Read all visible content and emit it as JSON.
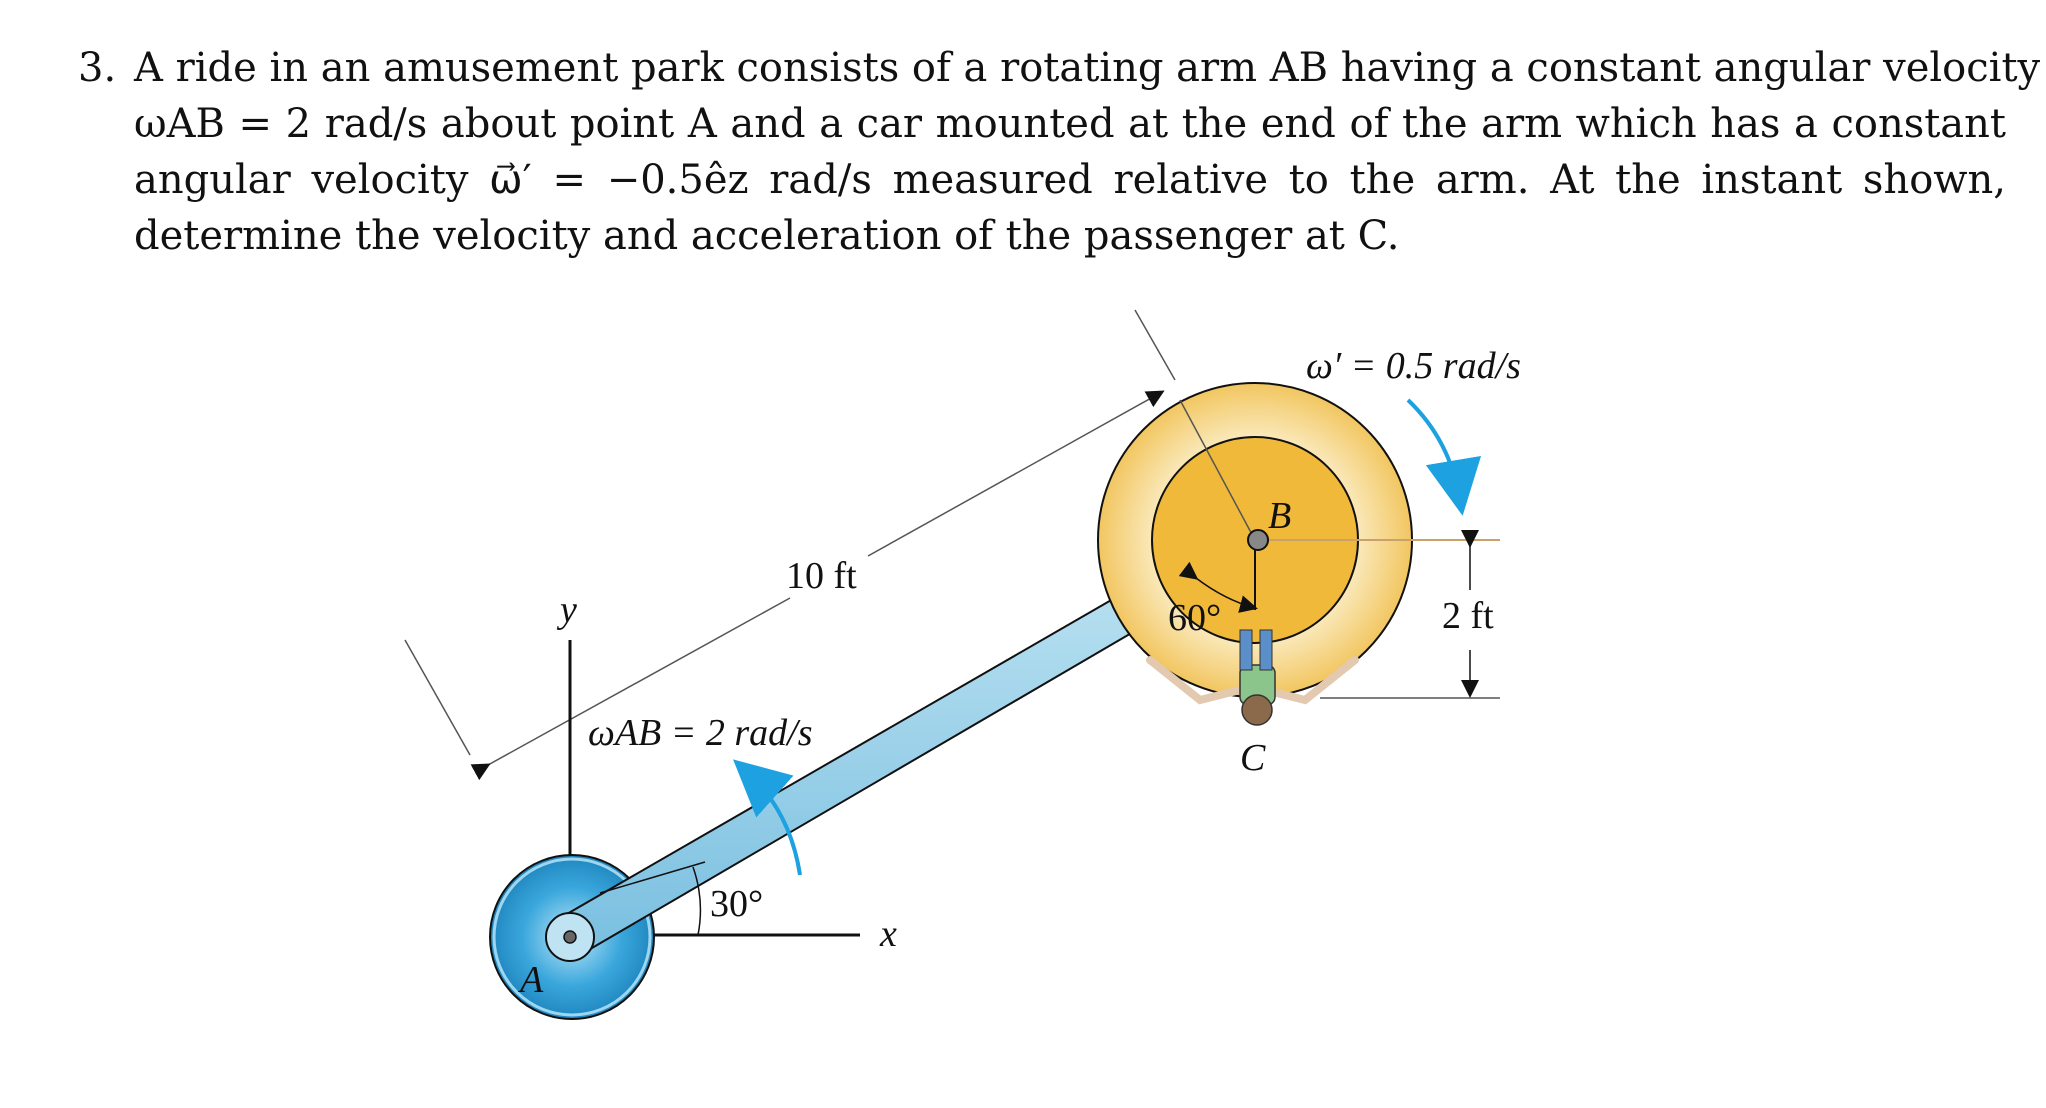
{
  "problem": {
    "number": "3.",
    "line1": "A ride in an amusement park consists of a rotating arm AB having a constant angular velocity",
    "line2": "ωAB = 2 rad/s about point A and a car mounted at the end of the arm which has a constant",
    "line3": "angular velocity ω⃗′ = −0.5êz rad/s measured relative to the arm. At the instant shown,",
    "line4": "determine the velocity and acceleration of the passenger at C."
  },
  "figure": {
    "label_y": "y",
    "label_x": "x",
    "label_A": "A",
    "label_B": "B",
    "label_C": "C",
    "arm_length": "10 ft",
    "omega_ab": "ωAB = 2 rad/s",
    "arm_angle": "30°",
    "car_angle": "60°",
    "omega_prime": "ω′ = 0.5 rad/s",
    "car_radius": "2 ft",
    "colors": {
      "arm": "#8ecae6",
      "hub": "#3aa7dc",
      "car_outer": "#f7e3a8",
      "car_inner": "#f0b93a",
      "arrow": "#1da1e0"
    }
  }
}
